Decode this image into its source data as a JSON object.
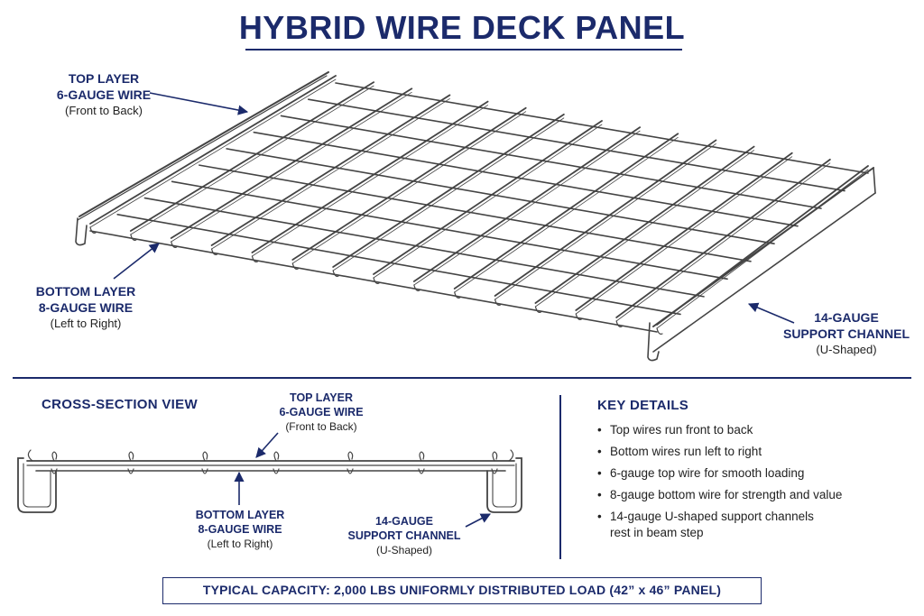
{
  "title": "HYBRID WIRE DECK PANEL",
  "main_view": {
    "top_layer": {
      "line1": "TOP LAYER",
      "line2": "6-GAUGE WIRE",
      "line3": "(Front to Back)"
    },
    "bottom_layer": {
      "line1": "BOTTOM LAYER",
      "line2": "8-GAUGE WIRE",
      "line3": "(Left to Right)"
    },
    "channel": {
      "line1": "14-GAUGE",
      "line2": "SUPPORT CHANNEL",
      "line3": "(U-Shaped)"
    }
  },
  "cross_section": {
    "heading": "CROSS-SECTION VIEW",
    "top_layer": {
      "line1": "TOP LAYER",
      "line2": "6-GAUGE WIRE",
      "line3": "(Front to Back)"
    },
    "bottom_layer": {
      "line1": "BOTTOM LAYER",
      "line2": "8-GAUGE WIRE",
      "line3": "(Left to Right)"
    },
    "channel": {
      "line1": "14-GAUGE",
      "line2": "SUPPORT CHANNEL",
      "line3": "(U-Shaped)"
    }
  },
  "key_details": {
    "heading": "KEY DETAILS",
    "items": [
      "Top wires run front to back",
      "Bottom wires run left to right",
      "6-gauge top wire for smooth loading",
      "8-gauge bottom wire for strength and value",
      "14-gauge U-shaped support channels rest in beam step"
    ]
  },
  "capacity": "TYPICAL CAPACITY: 2,000 LBS UNIFORMLY DISTRIBUTED LOAD (42” x 46” PANEL)",
  "colors": {
    "navy": "#1b2a6b",
    "wire": "#444444",
    "text": "#222222"
  }
}
